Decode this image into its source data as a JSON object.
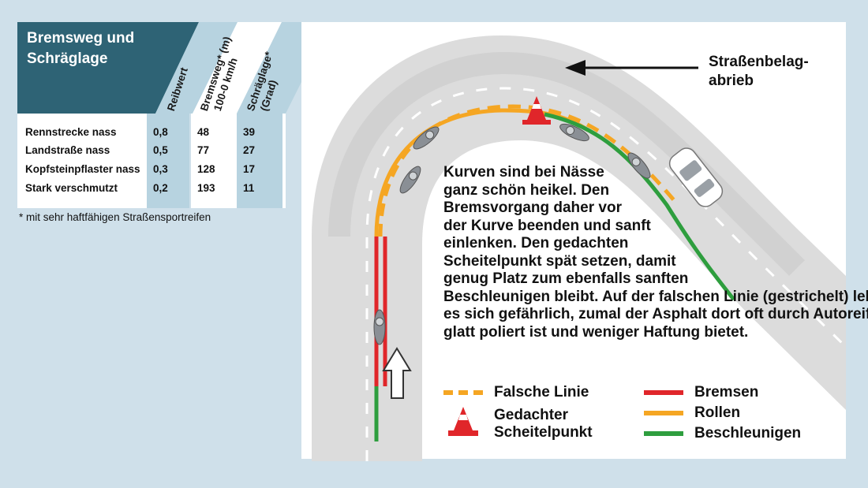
{
  "table": {
    "title_line1": "Bremsweg und",
    "title_line2": "Schräglage",
    "col_headers": [
      "Reibwert",
      "Bremsweg* (m)",
      "100-0 km/h",
      "Schräglage*",
      "(Grad)"
    ],
    "rows": [
      {
        "label": "Rennstrecke nass",
        "reibwert": "0,8",
        "bremsweg": "48",
        "schraeglage": "39"
      },
      {
        "label": "Landstraße nass",
        "reibwert": "0,5",
        "bremsweg": "77",
        "schraeglage": "27"
      },
      {
        "label": "Kopfsteinpflaster nass",
        "reibwert": "0,3",
        "bremsweg": "128",
        "schraeglage": "17"
      },
      {
        "label": "Stark verschmutzt",
        "reibwert": "0,2",
        "bremsweg": "193",
        "schraeglage": "11"
      }
    ],
    "footnote": "* mit sehr haftfähigen Straßensportreifen"
  },
  "diagram": {
    "road_label_line1": "Straßenbelag-",
    "road_label_line2": "abrieb",
    "info_lines": [
      "Kurven sind bei Nässe",
      "ganz schön heikel. Den",
      "Bremsvorgang daher vor",
      "der Kurve beenden und sanft",
      "einlenken. Den gedachten",
      "Scheitelpunkt spät setzen, damit",
      "genug Platz zum ebenfalls sanften",
      "Beschleunigen bleibt. Auf der falschen Linie (gestrichelt) lebt",
      "es sich gefährlich, zumal der Asphalt dort oft durch Autoreifen",
      "glatt poliert ist und weniger Haftung bietet."
    ],
    "legend": {
      "falsche_linie": "Falsche Linie",
      "scheitelpunkt_line1": "Gedachter",
      "scheitelpunkt_line2": "Scheitelpunkt",
      "bremsen": "Bremsen",
      "rollen": "Rollen",
      "beschleunigen": "Beschleunigen"
    }
  },
  "colors": {
    "background": "#cfe0ea",
    "table_header": "#2e6375",
    "table_column": "#b7d3e0",
    "road": "#dcdcdc",
    "brake": "#e0262a",
    "roll": "#f5a623",
    "accelerate": "#2e9e3e",
    "false_line": "#f5a623"
  }
}
